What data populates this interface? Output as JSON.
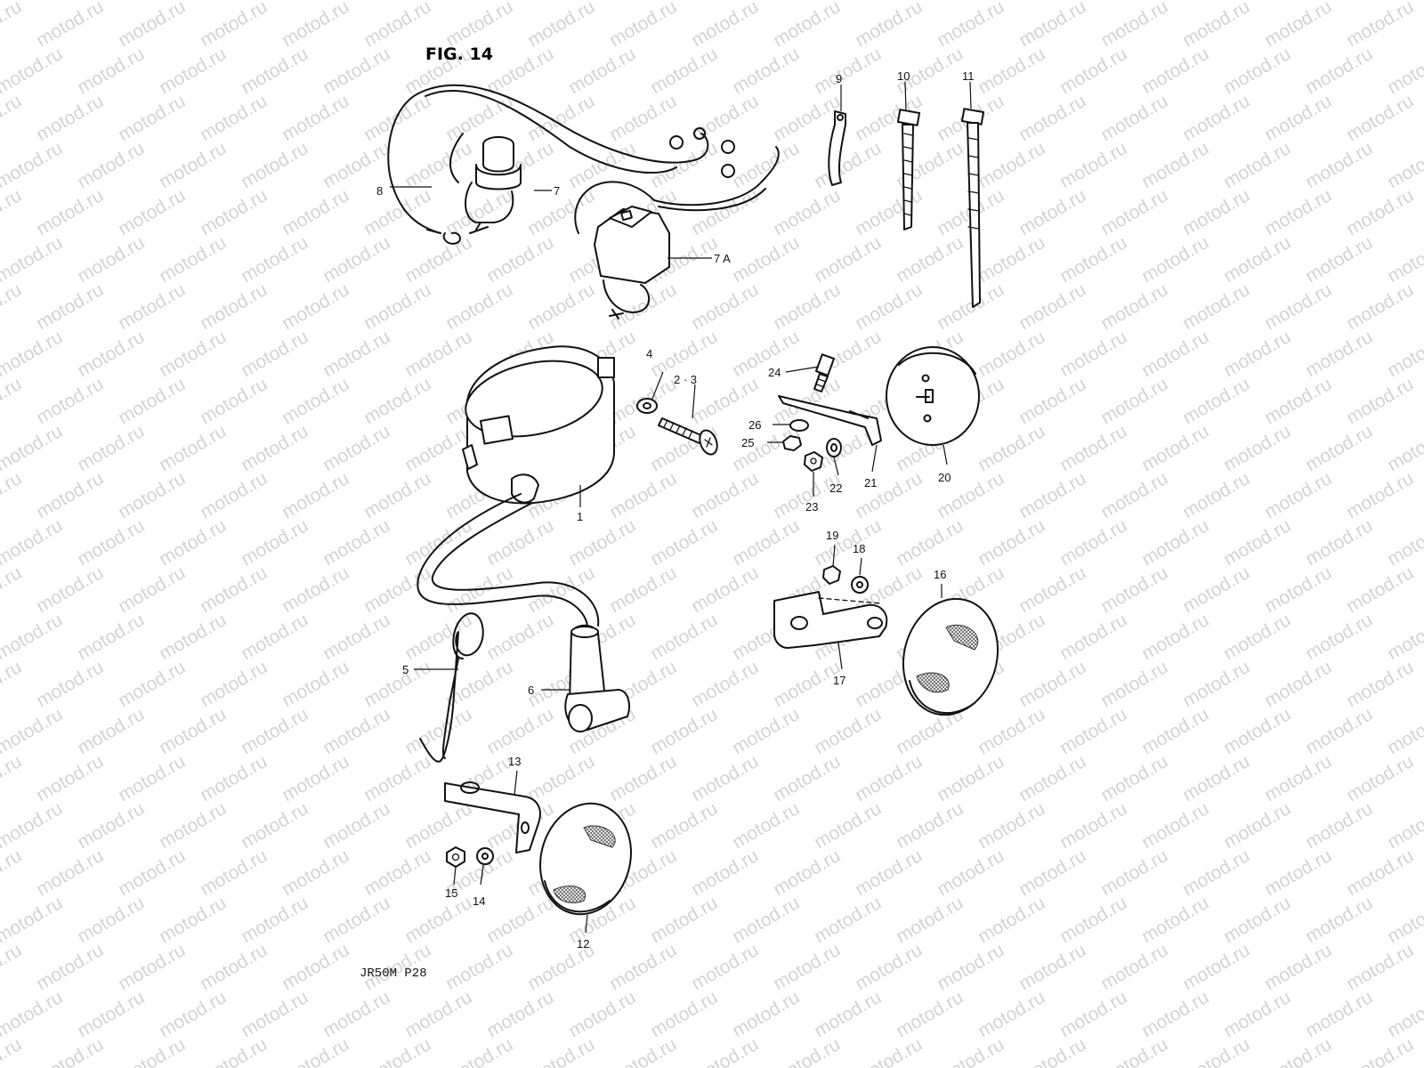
{
  "figure": {
    "title": "FIG. 14",
    "reference": "JR50M  P28"
  },
  "watermark": {
    "text": "motod.ru",
    "color": "#d3d3d3"
  },
  "callouts": {
    "c1": "1",
    "c2_3": "2 · 3",
    "c4": "4",
    "c5": "5",
    "c6": "6",
    "c7": "7",
    "c7a": "7 A",
    "c8": "8",
    "c9": "9",
    "c10": "10",
    "c11": "11",
    "c12": "12",
    "c13": "13",
    "c14": "14",
    "c15": "15",
    "c16": "16",
    "c17": "17",
    "c18": "18",
    "c19": "19",
    "c20": "20",
    "c21": "21",
    "c22": "22",
    "c23": "23",
    "c24": "24",
    "c25": "25",
    "c26": "26"
  },
  "colors": {
    "ink": "#111111",
    "paper": "#ffffff"
  }
}
